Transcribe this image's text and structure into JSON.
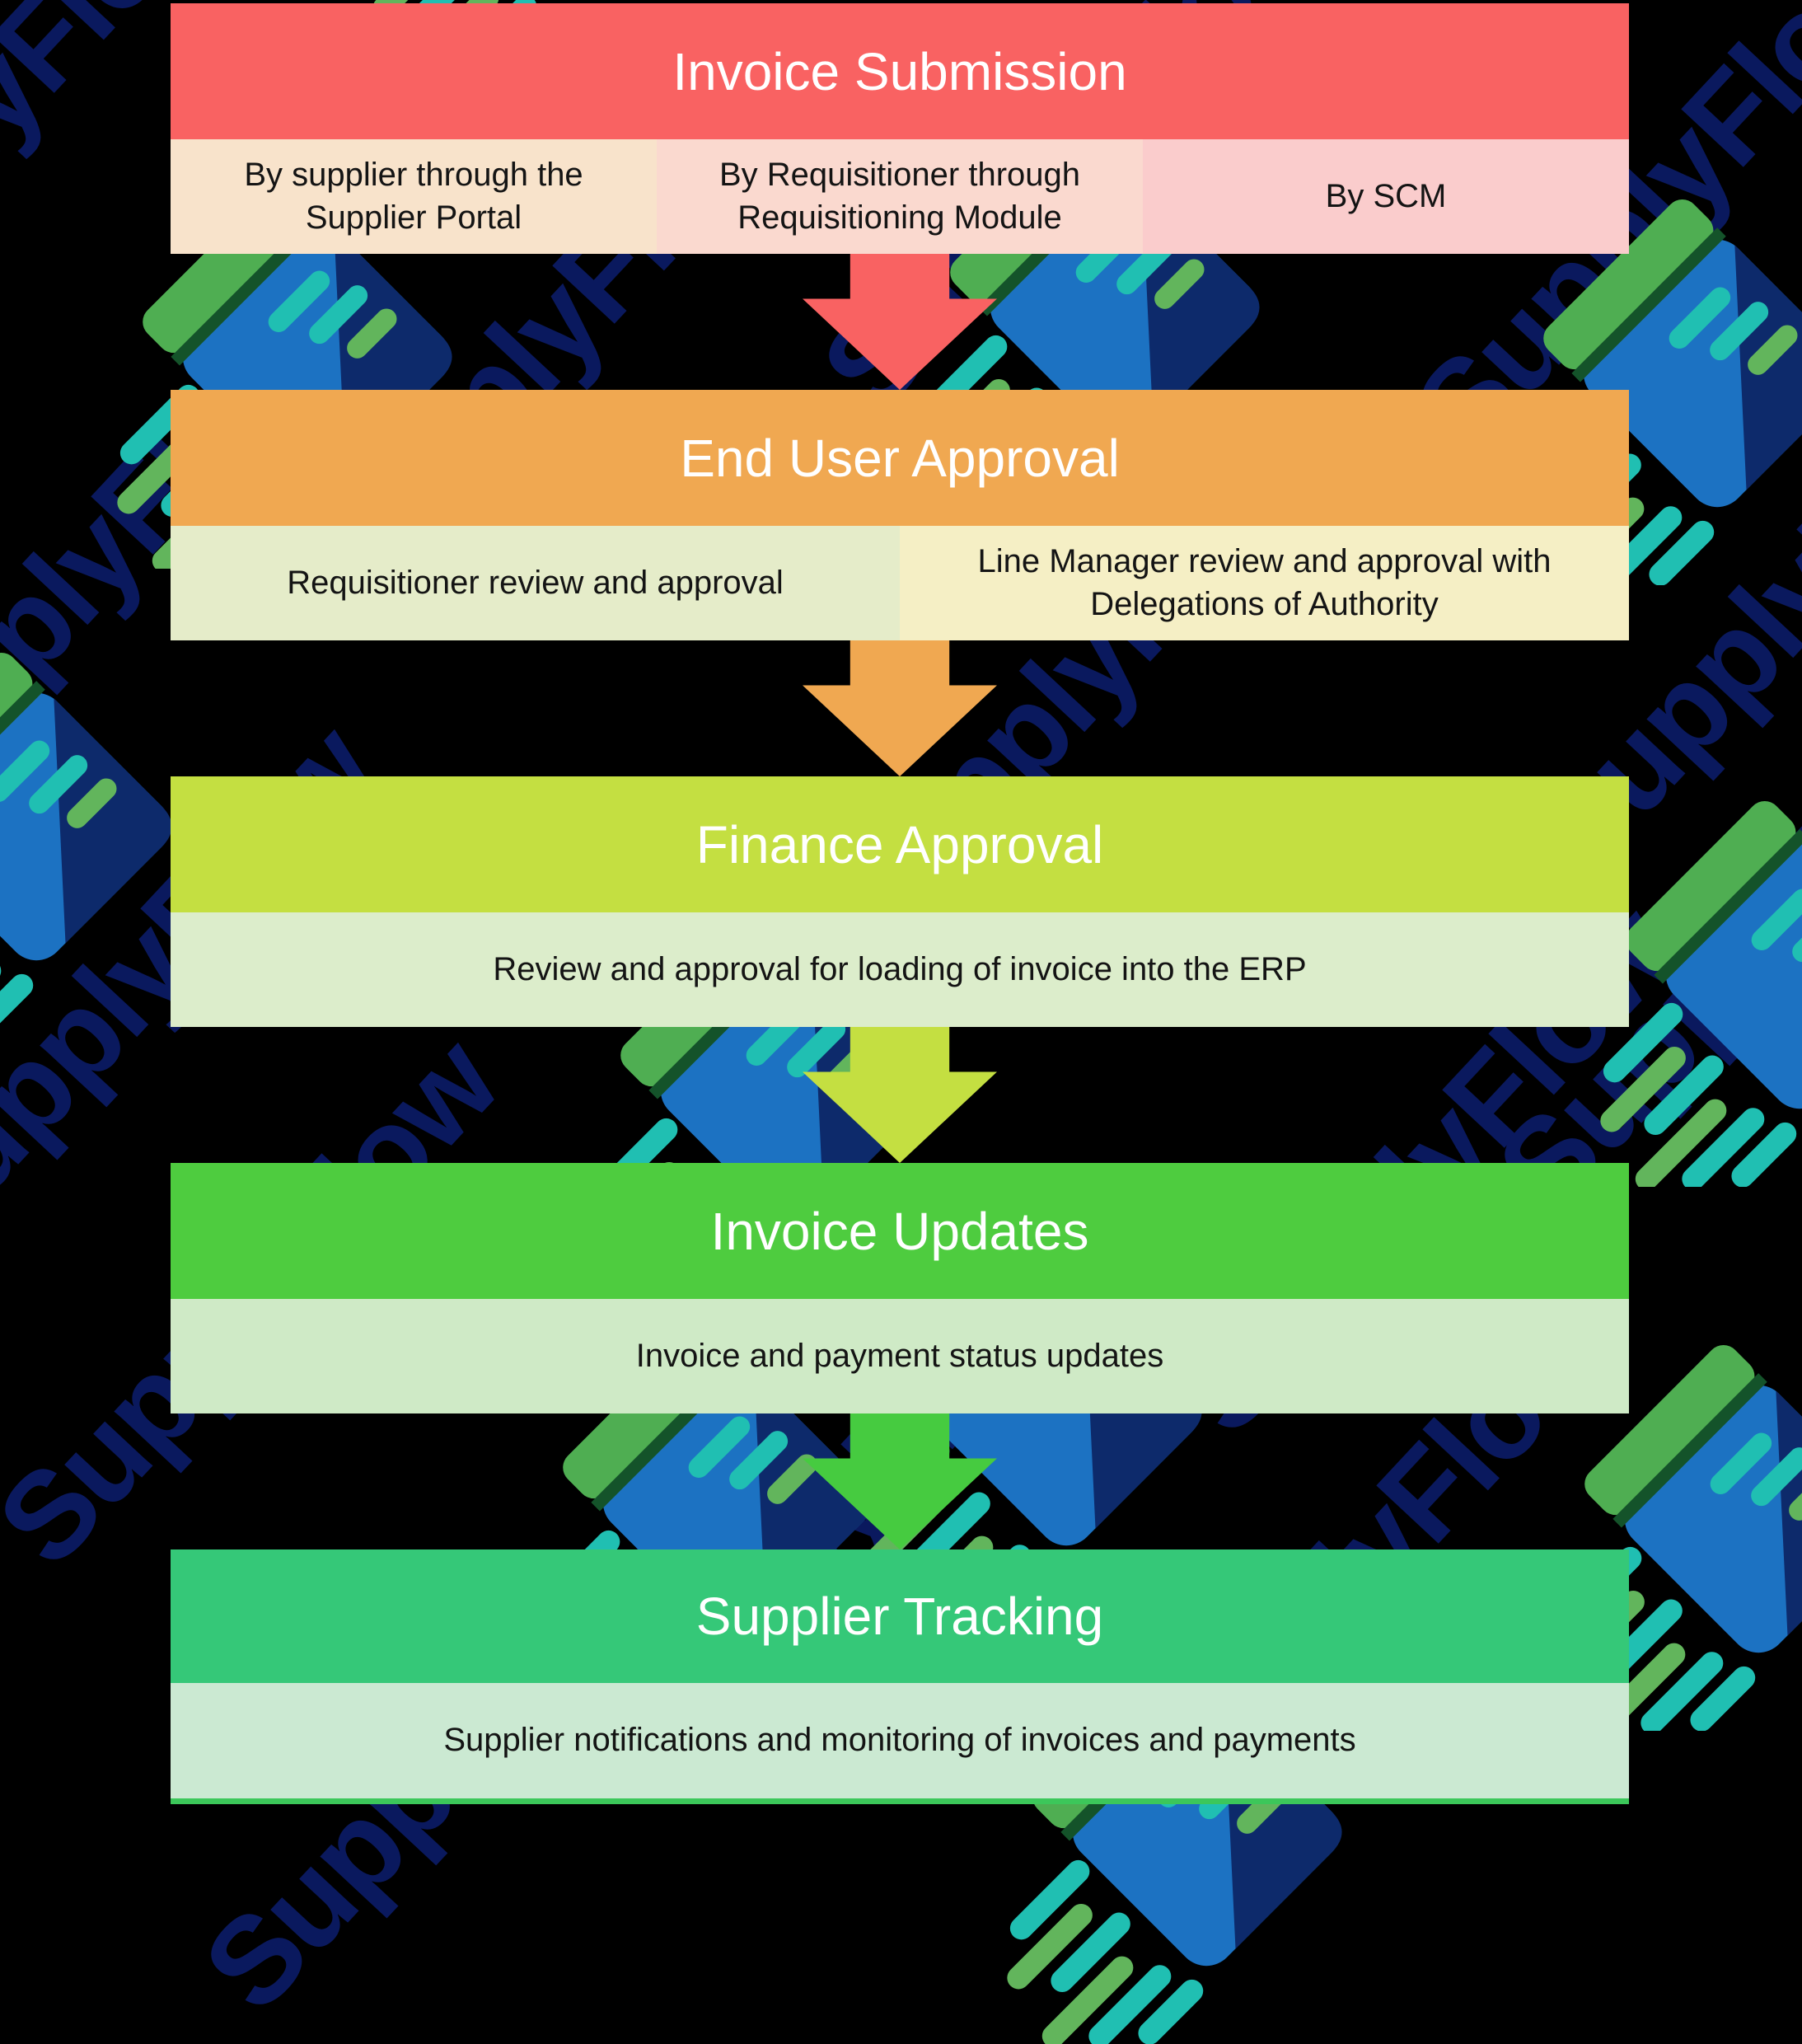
{
  "watermark": {
    "text": "SupplyFlow",
    "text_color": "#0A195E",
    "logo": {
      "name": "supplyflow-logo",
      "blue": "#1C72C2",
      "navy": "#0D2A6B",
      "green": "#4FAE52",
      "dark_green": "#14532A",
      "teal": "#20BFB2",
      "light_green": "#62B55C"
    }
  },
  "flow": {
    "sections": [
      {
        "title": "Invoice Submission",
        "header_color": "#F96262",
        "arrow_color": "#F96262",
        "items": [
          {
            "label": "By supplier through the Supplier Portal",
            "color": "#F8E3CB"
          },
          {
            "label": "By Requisitioner through Requisitioning Module",
            "color": "#FAD9CF"
          },
          {
            "label": "By SCM",
            "color": "#FACCCC"
          }
        ]
      },
      {
        "title": "End User Approval",
        "header_color": "#F0A851",
        "arrow_color": "#F0A851",
        "items": [
          {
            "label": "Requisitioner review and approval",
            "color": "#E5ECC9"
          },
          {
            "label": "Line Manager review and approval with Delegations of Authority",
            "color": "#F5EFC5"
          }
        ]
      },
      {
        "title": "Finance Approval",
        "header_color": "#C4DF41",
        "arrow_color": "#C4DF41",
        "items": [
          {
            "label": "Review and approval for loading of invoice into the ERP",
            "color": "#DCEDCB"
          }
        ]
      },
      {
        "title": "Invoice Updates",
        "header_color": "#4ECC3F",
        "arrow_color": "#46CB40",
        "items": [
          {
            "label": "Invoice and payment status updates",
            "color": "#CFEAC6"
          }
        ]
      },
      {
        "title": "Supplier Tracking",
        "header_color": "#35C878",
        "arrow_color": null,
        "items": [
          {
            "label": "Supplier notifications and monitoring of invoices and payments",
            "color": "#CBE9D2"
          }
        ]
      }
    ],
    "bottom_strip_color": "#3CC75A"
  }
}
